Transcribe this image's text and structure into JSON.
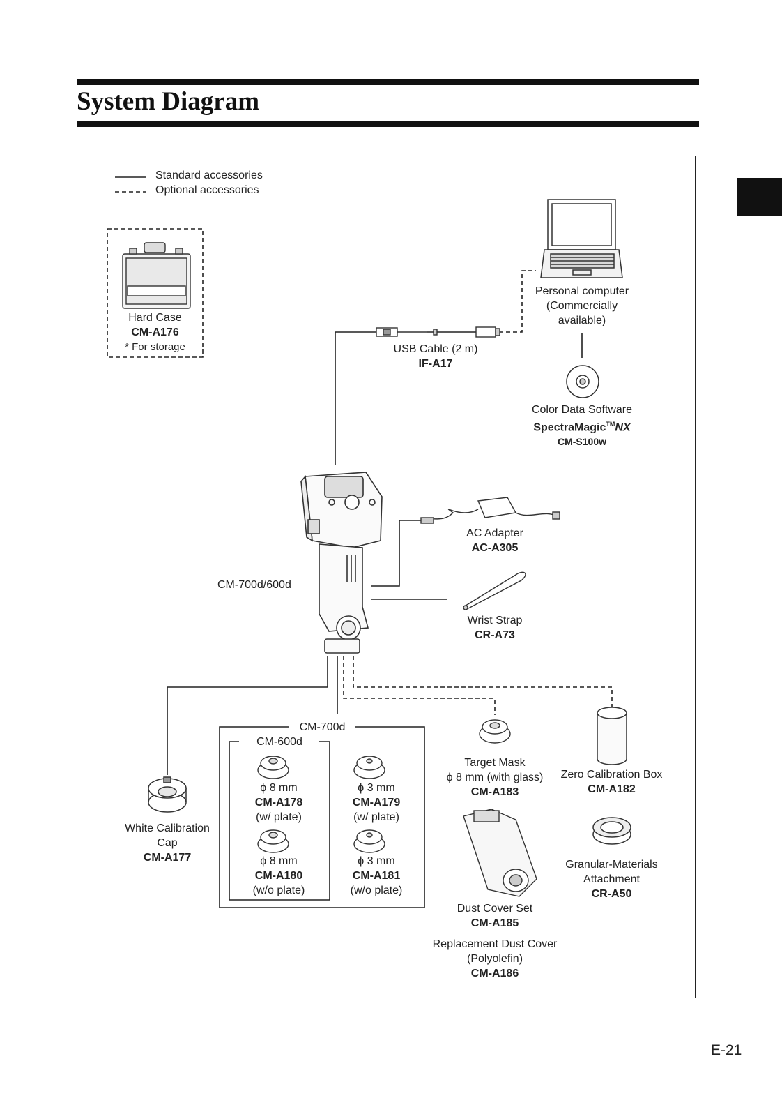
{
  "page": {
    "title": "System Diagram",
    "page_number": "E-21"
  },
  "legend": {
    "standard": "Standard accessories",
    "optional": "Optional accessories"
  },
  "items": {
    "hard_case": {
      "name": "Hard Case",
      "code": "CM-A176",
      "note": "* For storage"
    },
    "personal_computer": {
      "line1": "Personal computer",
      "line2": "(Commercially",
      "line3": "available)"
    },
    "usb_cable": {
      "name": "USB Cable (2 m)",
      "code": "IF-A17"
    },
    "software": {
      "name": "Color Data Software",
      "brand": "SpectraMagic",
      "tm": "TM",
      "brand_suffix": "NX",
      "code": "CM-S100w"
    },
    "instrument": {
      "name": "CM-700d/600d"
    },
    "ac_adapter": {
      "name": "AC Adapter",
      "code": "AC-A305"
    },
    "wrist_strap": {
      "name": "Wrist Strap",
      "code": "CR-A73"
    },
    "white_cap": {
      "line1": "White Calibration",
      "line2": "Cap",
      "code": "CM-A177"
    },
    "group_700d": "CM-700d",
    "group_600d": "CM-600d",
    "mask_a178": {
      "size": "ϕ 8 mm",
      "code": "CM-A178",
      "plate": "(w/ plate)"
    },
    "mask_a179": {
      "size": "ϕ 3 mm",
      "code": "CM-A179",
      "plate": "(w/ plate)"
    },
    "mask_a180": {
      "size": "ϕ 8 mm",
      "code": "CM-A180",
      "plate": "(w/o plate)"
    },
    "mask_a181": {
      "size": "ϕ 3 mm",
      "code": "CM-A181",
      "plate": "(w/o plate)"
    },
    "target_mask": {
      "name": "Target Mask",
      "size": "ϕ 8 mm (with glass)",
      "code": "CM-A183"
    },
    "zero_box": {
      "name": "Zero Calibration Box",
      "code": "CM-A182"
    },
    "dust_cover": {
      "name": "Dust Cover Set",
      "code": "CM-A185"
    },
    "replacement_cover": {
      "line1": "Replacement Dust Cover",
      "line2": "(Polyolefin)",
      "code": "CM-A186"
    },
    "granular": {
      "line1": "Granular-Materials",
      "line2": "Attachment",
      "code": "CR-A50"
    }
  },
  "icons": [
    "hard-case-icon",
    "laptop-icon",
    "usb-cable-icon",
    "cd-icon",
    "spectrophotometer-icon",
    "ac-adapter-icon",
    "wrist-strap-icon",
    "calibration-cap-icon",
    "target-mask-icon",
    "zero-box-icon",
    "dust-cover-icon",
    "granular-attachment-icon"
  ]
}
